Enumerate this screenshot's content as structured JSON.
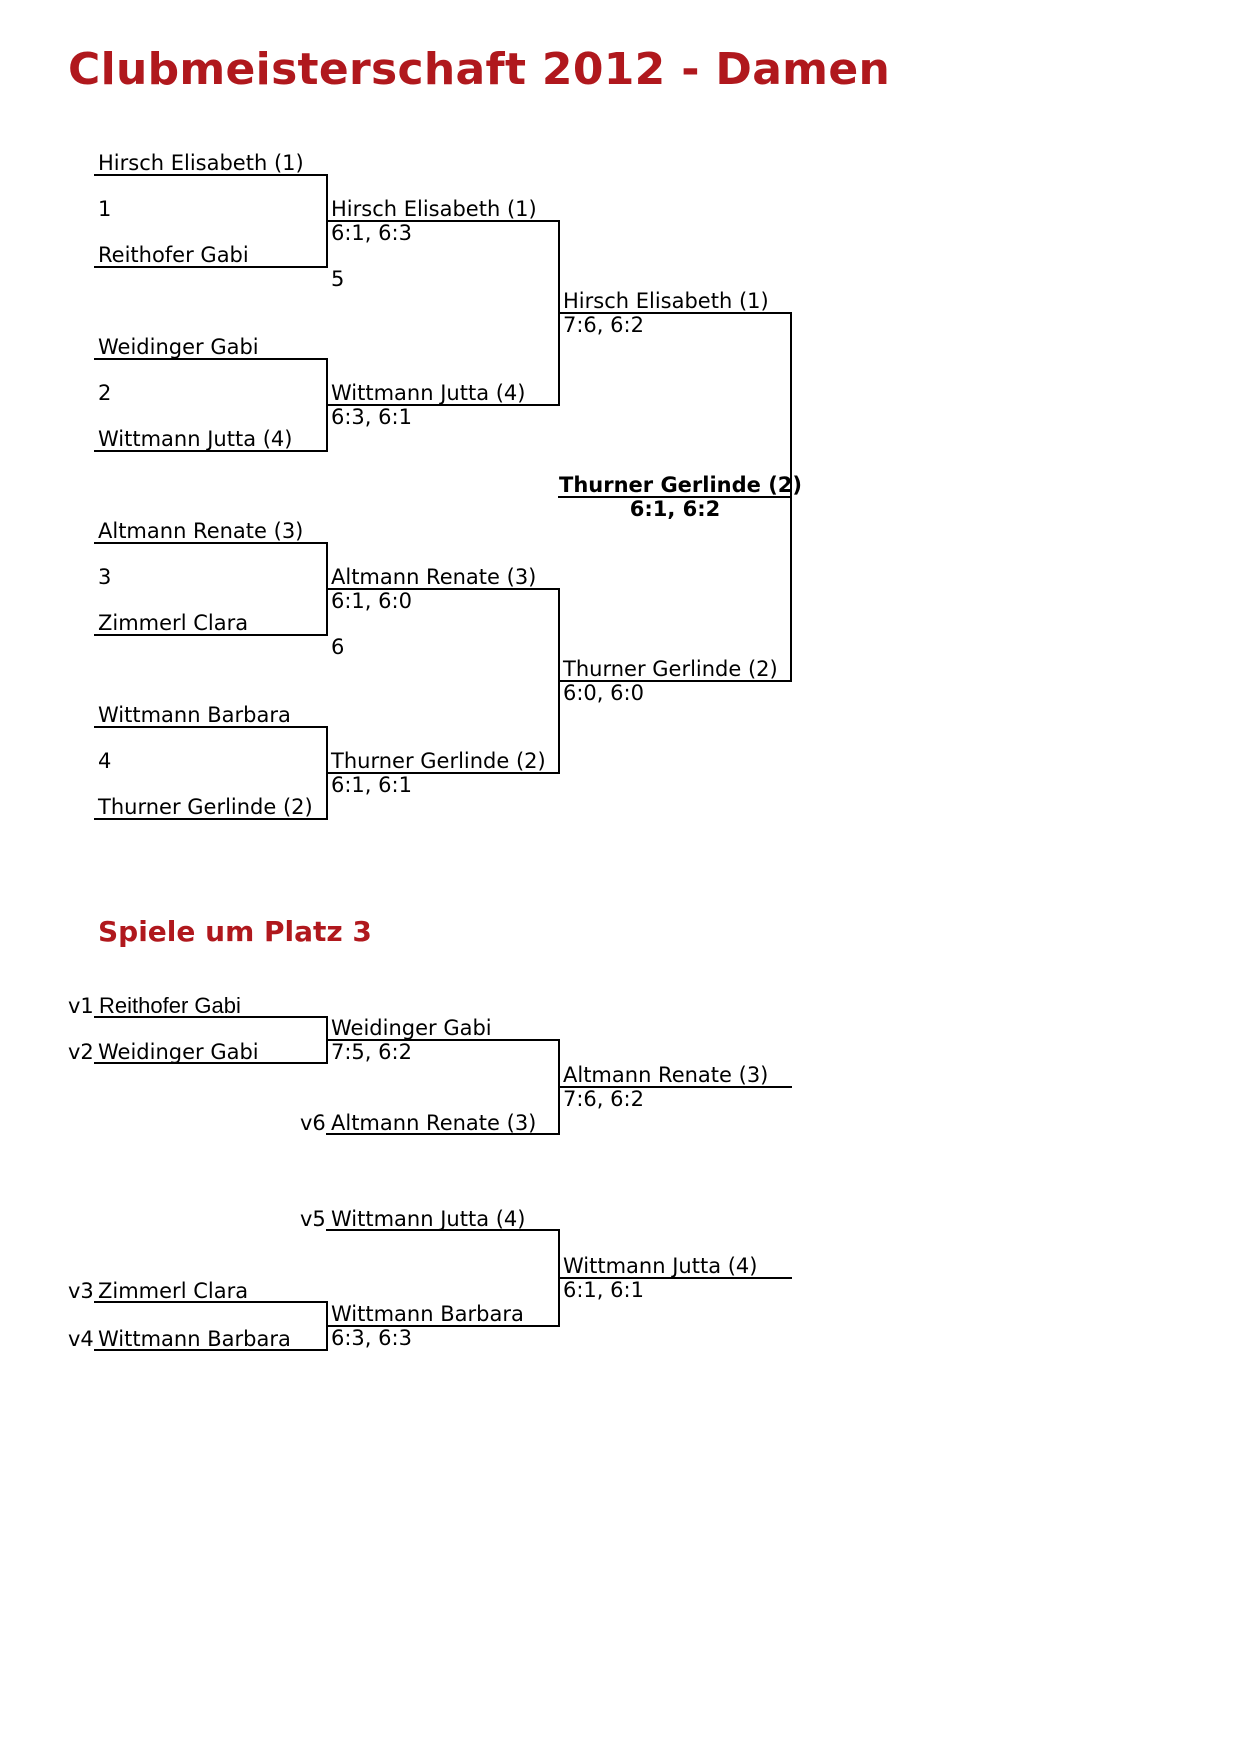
{
  "title": "Clubmeisterschaft 2012 - Damen",
  "main_draw": {
    "round1": [
      {
        "player1": "Hirsch Elisabeth (1)",
        "match_no": "1",
        "player2": "Reithofer Gabi"
      },
      {
        "player1": "Weidinger Gabi",
        "match_no": "2",
        "player2": "Wittmann Jutta (4)"
      },
      {
        "player1": "Altmann Renate (3)",
        "match_no": "3",
        "player2": "Zimmerl Clara"
      },
      {
        "player1": "Wittmann Barbara",
        "match_no": "4",
        "player2": "Thurner Gerlinde (2)"
      }
    ],
    "round2": [
      {
        "winner": "Hirsch Elisabeth (1)",
        "score": "6:1, 6:3"
      },
      {
        "winner": "Wittmann Jutta (4)",
        "score": "6:3, 6:1"
      },
      {
        "winner": "Altmann Renate (3)",
        "score": "6:1, 6:0"
      },
      {
        "winner": "Thurner Gerlinde (2)",
        "score": "6:1, 6:1"
      }
    ],
    "round2_match_nos": [
      "5",
      "6"
    ],
    "semifinal": [
      {
        "winner": "Hirsch Elisabeth (1)",
        "score": "7:6, 6:2"
      },
      {
        "winner": "Thurner Gerlinde (2)",
        "score": "6:0, 6:0"
      }
    ],
    "champion": {
      "name": "Thurner Gerlinde (2)",
      "score": "6:1, 6:2"
    }
  },
  "third_place": {
    "heading": "Spiele um Platz 3",
    "bracket1": {
      "v1_label": "v1",
      "v1_player": "Reithofer Gabi",
      "v2_label": "v2",
      "v2_player": "Weidinger Gabi",
      "match_winner": "Weidinger Gabi",
      "match_score": "7:5, 6:2",
      "v6_label": "v6",
      "v6_player": "Altmann Renate (3)",
      "final_winner": "Altmann Renate (3)",
      "final_score": "7:6, 6:2"
    },
    "bracket2": {
      "v5_label": "v5",
      "v5_player": "Wittmann Jutta (4)",
      "v3_label": "v3",
      "v3_player": "Zimmerl Clara",
      "v4_label": "v4",
      "v4_player": "Wittmann Barbara",
      "match_winner": "Wittmann Barbara",
      "match_score": "6:3, 6:3",
      "final_winner": "Wittmann Jutta (4)",
      "final_score": "6:1, 6:1"
    }
  }
}
